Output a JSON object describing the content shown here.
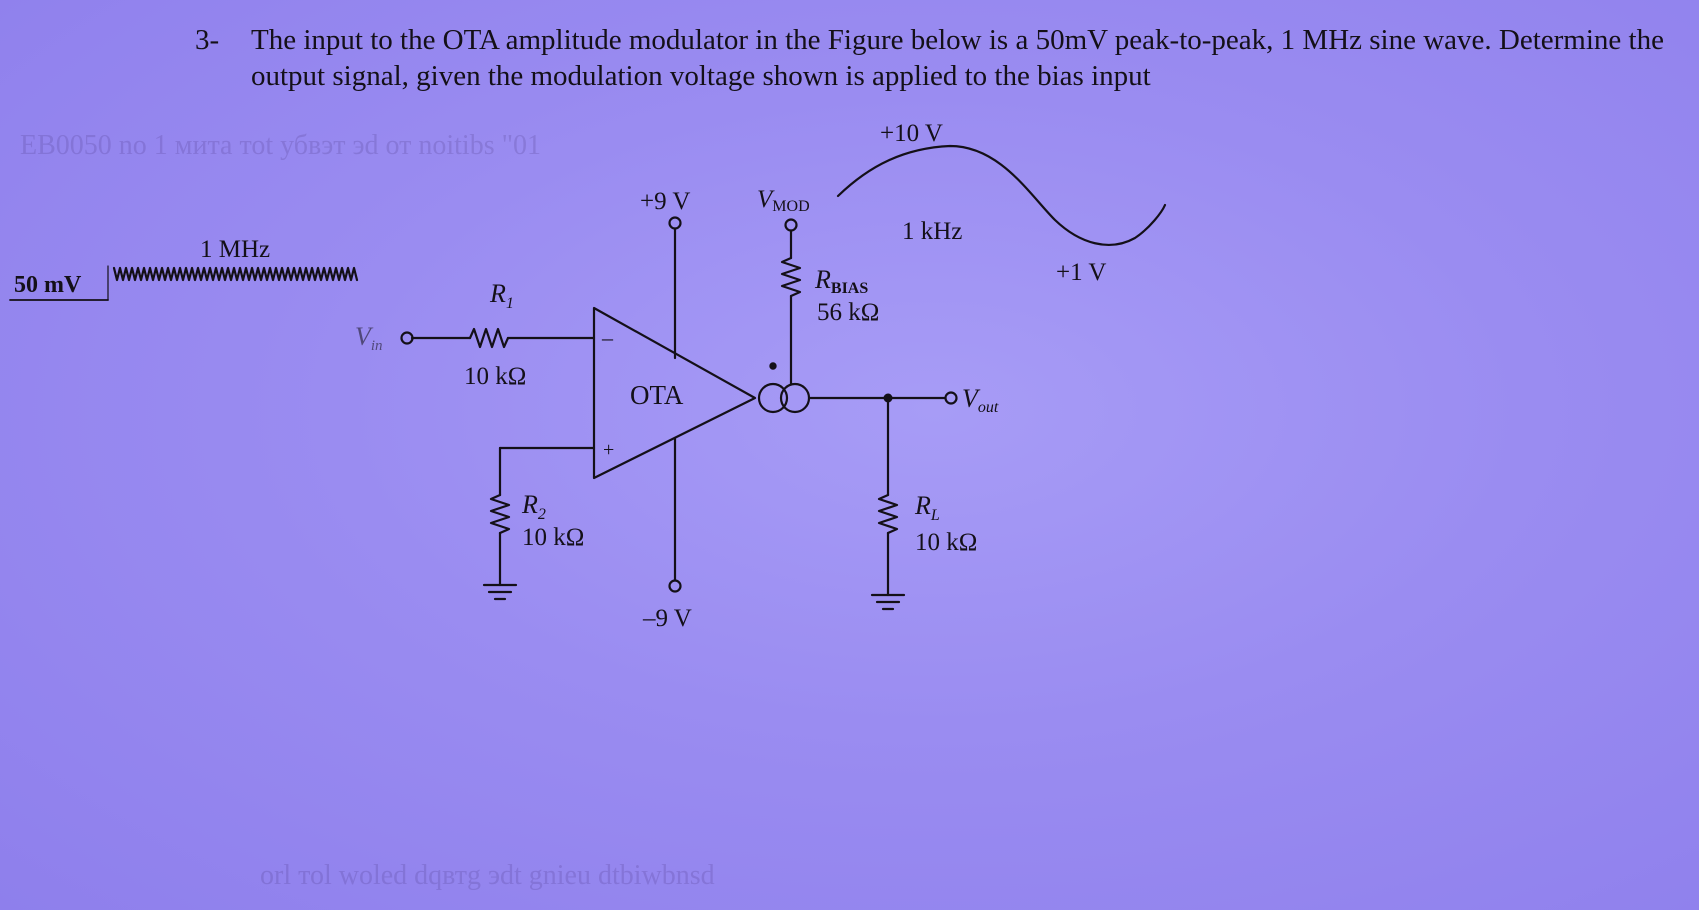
{
  "question": {
    "number": "3-",
    "text": "The input to the OTA amplitude modulator in the Figure below is a 50mV peak-to-peak, 1 MHz sine wave. Determine the output signal, given the modulation voltage shown is applied to the bias input"
  },
  "circuit": {
    "input_freq": "1 MHz",
    "input_amp": "50 mV",
    "vin": "V",
    "vin_sub": "in",
    "r1_name": "R",
    "r1_sub": "1",
    "r1_value": "10 kΩ",
    "r2_name": "R",
    "r2_sub": "2",
    "r2_value": "10 kΩ",
    "supply_pos": "+9 V",
    "supply_neg": "–9 V",
    "ota_label": "OTA",
    "minus_sign": "–",
    "plus_sign": "+",
    "vmod": "V",
    "vmod_sub": "MOD",
    "rbias_name": "R",
    "rbias_sub": "BIAS",
    "rbias_value": "56 kΩ",
    "mod_max": "+10 V",
    "mod_min": "+1 V",
    "mod_freq": "1 kHz",
    "vout": "V",
    "vout_sub": "out",
    "rl_name": "R",
    "rl_sub": "L",
    "rl_value": "10 kΩ"
  },
  "colors": {
    "background": "#9a8cf1",
    "ink": "#141018"
  }
}
